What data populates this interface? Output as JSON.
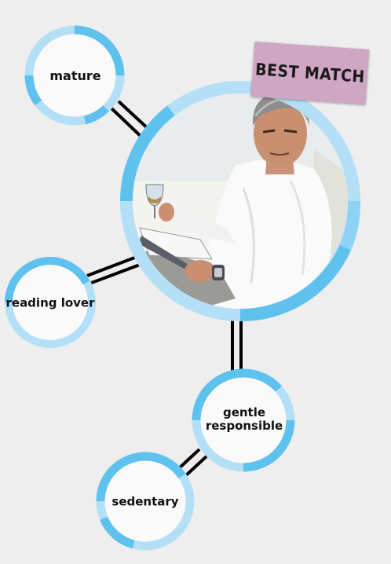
{
  "badge": {
    "text": "BEST MATCH"
  },
  "center": {
    "photo_desc": "man-reading-photo"
  },
  "nodes": [
    {
      "id": "mature",
      "label": "mature"
    },
    {
      "id": "reading-lover",
      "label": "reading lover"
    },
    {
      "id": "gentle-responsible",
      "label_line1": "gentle",
      "label_line2": "responsible"
    },
    {
      "id": "sedentary",
      "label": "sedentary"
    }
  ],
  "colors": {
    "ring_light": "#b4e0f7",
    "ring_dark": "#5fc2ee",
    "connector": "#000000",
    "background": "#ececec",
    "badge": "#cfa6c3"
  }
}
